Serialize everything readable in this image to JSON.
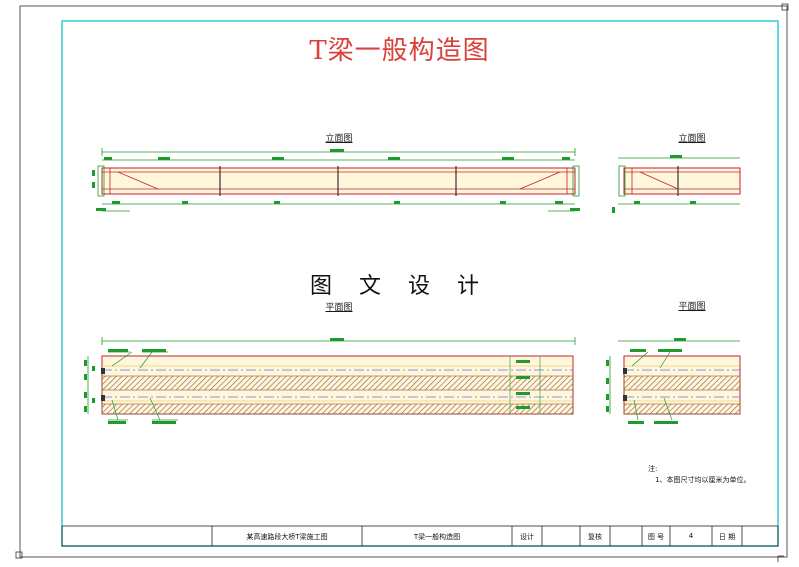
{
  "drawing": {
    "title": "T梁一般构造图",
    "watermark": "图 文 设 计",
    "views": {
      "elevation_main": "立面图",
      "elevation_side": "立面图",
      "plan_main": "平面图",
      "plan_side": "平面图"
    },
    "notes": {
      "heading": "注:",
      "line1": "1、本图尺寸均以厘米为单位。"
    },
    "title_block": {
      "project": "某高速路段大桥T梁施工图",
      "drawing_name": "T梁一般构造图",
      "design_label": "设计",
      "review_label": "复核",
      "sheet_label": "图 号",
      "sheet_no": "4",
      "date_label": "日 期"
    }
  },
  "colors": {
    "frame": "#3fd1d6",
    "title": "#d9413b",
    "dimension": "#1f9a2b",
    "beam_red": "#c0242b",
    "hatch_brown": "#8a5a3b",
    "beam_fill": "#fff6dc",
    "centerline": "#5a7bd8"
  }
}
